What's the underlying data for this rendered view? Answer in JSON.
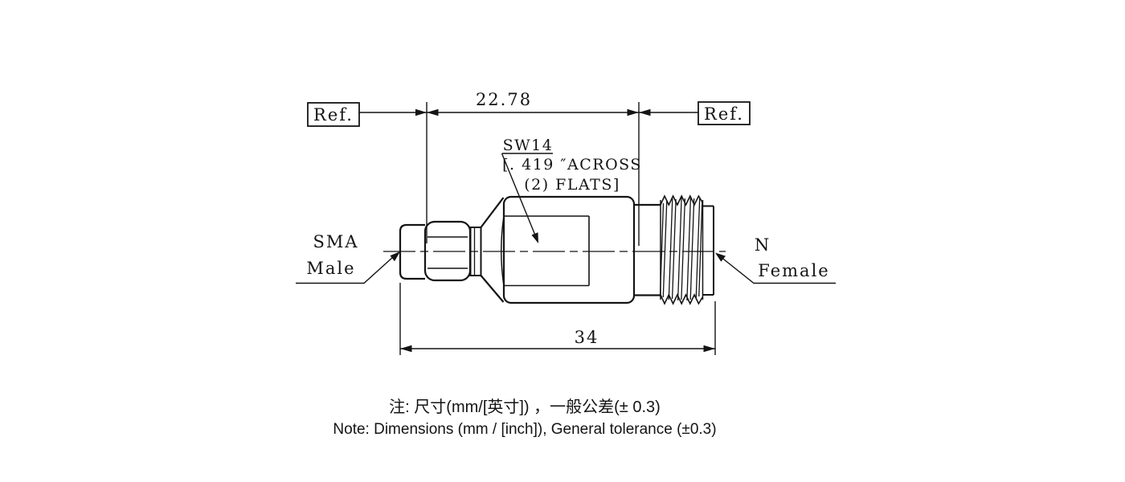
{
  "drawing": {
    "ref_left": "Ref.",
    "ref_right": "Ref.",
    "dim_top": "22.78",
    "dim_bottom": "34",
    "callout": {
      "line1": "SW14",
      "line2": "[. 419 ″ACROSS",
      "line3": "(2) FLATS]"
    },
    "connector_left": {
      "line1": "SMA",
      "line2": "Male"
    },
    "connector_right": {
      "line1": "N",
      "line2": "Female"
    }
  },
  "notes": {
    "line1_zh": "注: 尺寸(mm/[英寸]) ，一般公差(± 0.3)",
    "line2_en": "Note: Dimensions (mm / [inch]), General tolerance (±0.3)"
  },
  "colors": {
    "background": "#ffffff",
    "line": "#141414",
    "text": "#1a1a1a"
  }
}
